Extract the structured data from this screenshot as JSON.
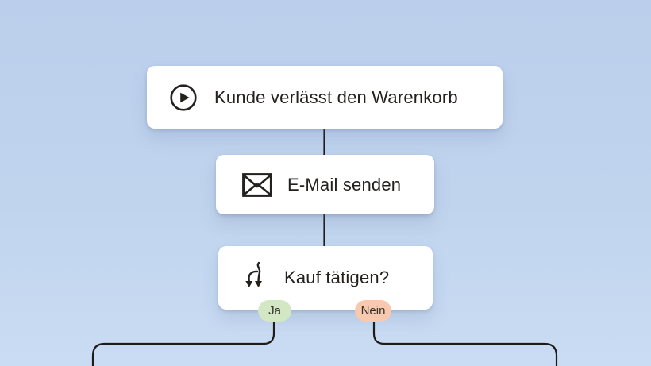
{
  "flowchart": {
    "nodes": [
      {
        "id": "trigger",
        "label": "Kunde verlässt den Warenkorb",
        "icon": "play-icon"
      },
      {
        "id": "email",
        "label": "E-Mail senden",
        "icon": "envelope-icon"
      },
      {
        "id": "decision",
        "label": "Kauf tätigen?",
        "icon": "branch-icon"
      }
    ],
    "decision_branches": {
      "yes_label": "Ja",
      "no_label": "Nein"
    }
  },
  "colors": {
    "background_top": "#bbcfec",
    "background_bottom": "#cadcf3",
    "card_background": "#ffffff",
    "text": "#23201e",
    "connector_line": "#1e1c1a",
    "yes_badge_background": "#d4e7c5",
    "no_badge_background": "#f8c9ae",
    "badge_text": "#35332e"
  }
}
